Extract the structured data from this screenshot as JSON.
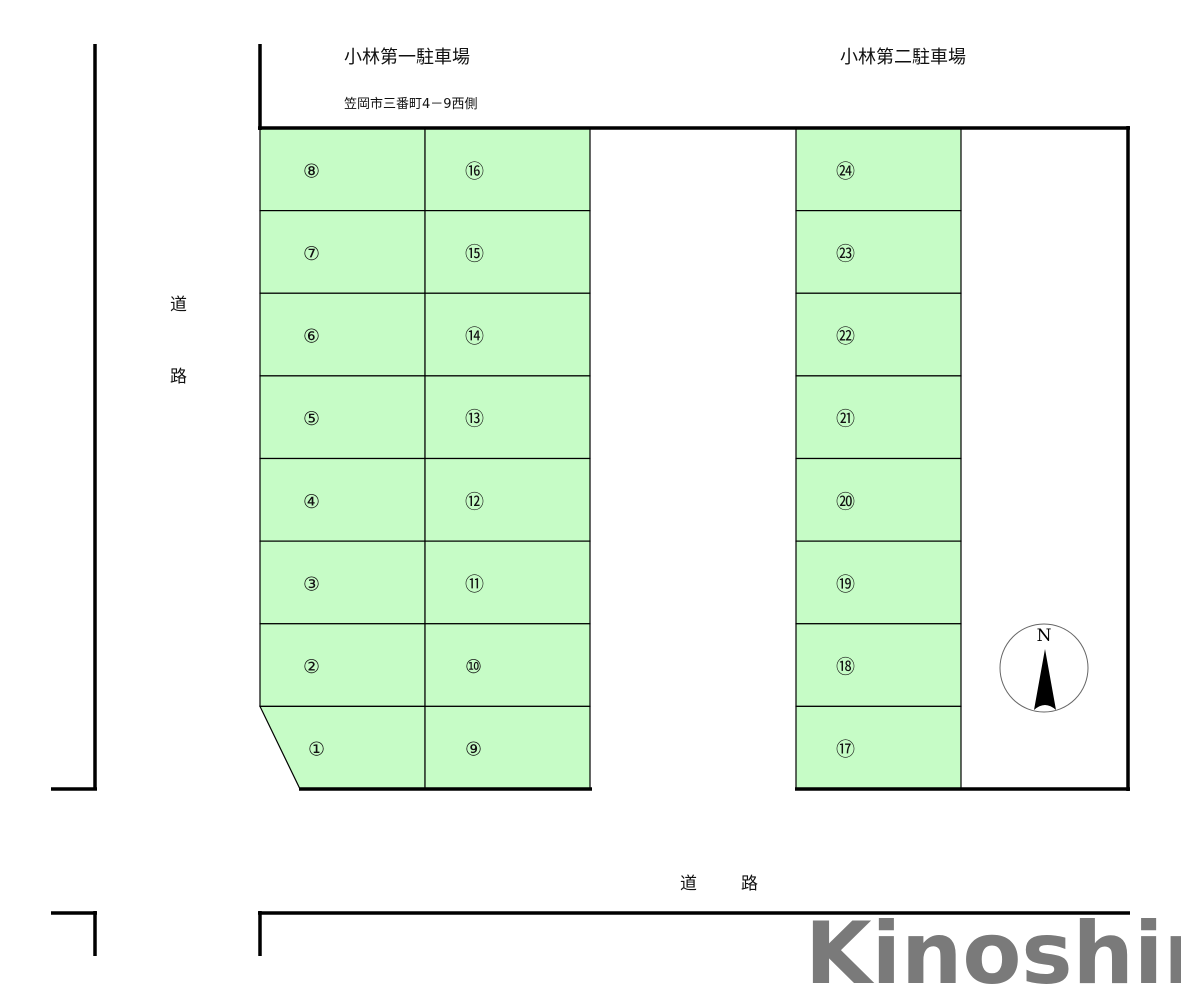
{
  "lot1": {
    "title": "小林第一駐車場",
    "address": "笠岡市三番町4－9西側"
  },
  "lot2": {
    "title": "小林第二駐車場"
  },
  "road_left": {
    "char1": "道",
    "char2": "路"
  },
  "road_bottom": {
    "char1": "道",
    "char2": "路"
  },
  "compass": {
    "label": "N",
    "icon": "north-arrow-icon"
  },
  "watermark": "Kinoshin",
  "colors": {
    "space_fill": "#c6fcc6",
    "line": "#000000",
    "watermark": "#7a7a7a"
  },
  "spaces": {
    "col1": [
      "⑧",
      "⑦",
      "⑥",
      "⑤",
      "④",
      "③",
      "②",
      "①"
    ],
    "col2": [
      "⑯",
      "⑮",
      "⑭",
      "⑬",
      "⑫",
      "⑪",
      "⑩",
      "⑨"
    ],
    "col3": [
      "㉔",
      "㉓",
      "㉒",
      "㉑",
      "⑳",
      "⑲",
      "⑱",
      "⑰"
    ]
  }
}
